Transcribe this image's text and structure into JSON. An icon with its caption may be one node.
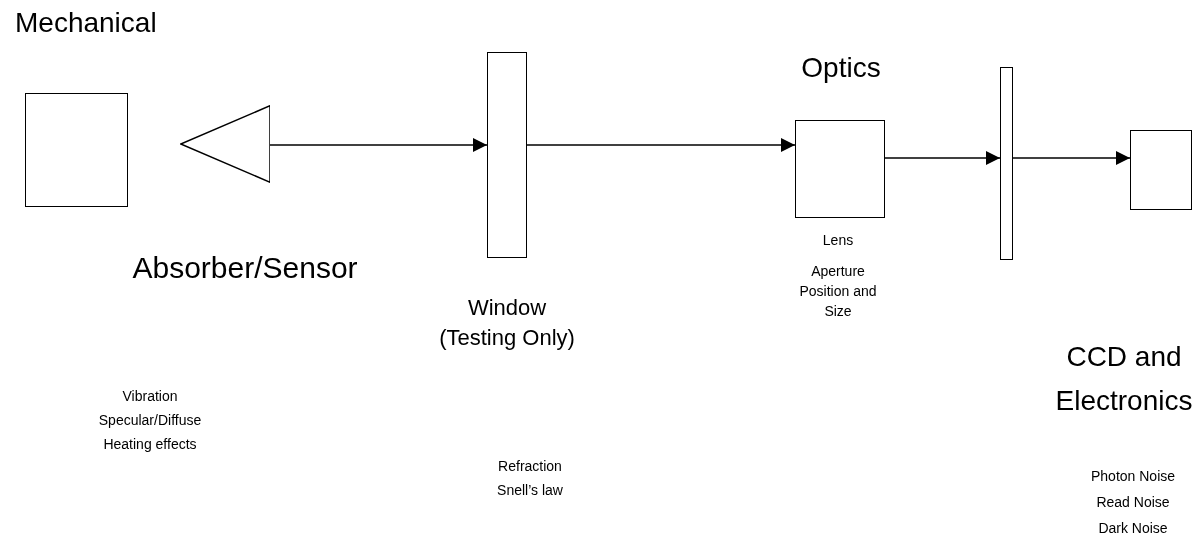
{
  "diagram": {
    "nodes": [
      {
        "text": [],
        "shape": "box",
        "beside": [
          "Absorber/Sensor",
          "Vibration",
          "Specular/Diffuse",
          "Heating effects"
        ]
      },
      {
        "text": [],
        "shape": "triangle"
      },
      {
        "text": [],
        "shape": "bar",
        "beside": [
          "Window (Testing Only)",
          "Refraction",
          "Snell’s law"
        ]
      },
      {
        "text": [
          "Optics"
        ],
        "beside": [
          "Lens",
          "Aperture Position and Size"
        ]
      },
      {
        "text": [],
        "shape": "bar",
        "beside": [
          "CCD and Electronics",
          "Photon Noise",
          "Read Noise",
          "Dark Noise"
        ]
      },
      {
        "text": [],
        "shape": "box"
      }
    ],
    "edges": [
      {
        "from": 1,
        "to": 2,
        "arrow": "to"
      },
      {
        "from": 2,
        "to": 3,
        "arrow": "to"
      },
      {
        "from": 3,
        "to": 4,
        "arrow": "to"
      },
      {
        "from": 4,
        "to": 5,
        "arrow": "to"
      }
    ],
    "labels": [
      "Mechanical"
    ]
  }
}
